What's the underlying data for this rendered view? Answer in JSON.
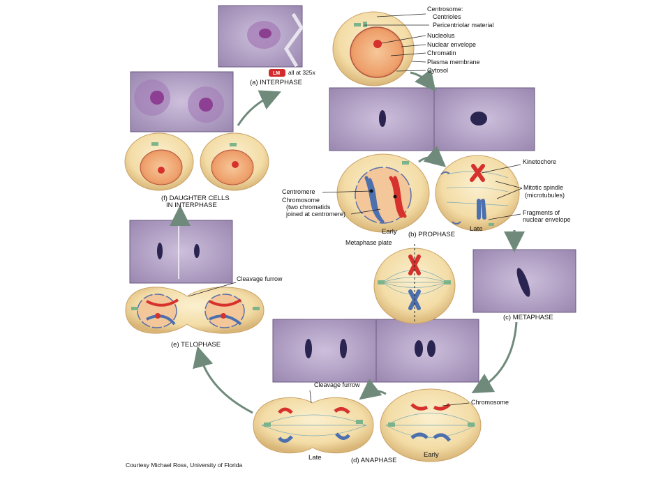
{
  "figure": {
    "courtesy": "Courtesy Michael Ross, University of Florida",
    "lm_badge": "LM",
    "magnification": "all at 325x"
  },
  "stages": {
    "interphase": "(a) INTERPHASE",
    "prophase": "(b) PROPHASE",
    "metaphase": "(c) METAPHASE",
    "anaphase": "(d) ANAPHASE",
    "telophase": "(e) TELOPHASE",
    "daughter_line1": "(f) DAUGHTER CELLS",
    "daughter_line2": "IN INTERPHASE"
  },
  "sublabels": {
    "early": "Early",
    "late": "Late",
    "early2": "Early",
    "late2": "Late"
  },
  "interphase_labels": {
    "centrosome": "Centrosome:",
    "centrioles": "Centrioles",
    "pericentriolar": "Pericentriolar material",
    "nucleolus": "Nucleolus",
    "nuclear_envelope": "Nuclear envelope",
    "chromatin": "Chromatin",
    "plasma_membrane": "Plasma membrane",
    "cytosol": "Cytosol"
  },
  "prophase_labels": {
    "centromere": "Centromere",
    "chromosome_1": "Chromosome",
    "chromosome_2": "(two chromatids",
    "chromosome_3": "joined at centromere)",
    "kinetochore": "Kinetochore",
    "mitotic_spindle_1": "Mitotic spindle",
    "mitotic_spindle_2": "(microtubules)",
    "fragments_1": "Fragments of",
    "fragments_2": "nuclear envelope"
  },
  "metaphase_labels": {
    "plate": "Metaphase plate"
  },
  "anaphase_labels": {
    "chromosome": "Chromosome",
    "cleavage_furrow": "Cleavage furrow"
  },
  "telophase_labels": {
    "cleavage_furrow": "Cleavage furrow"
  },
  "colors": {
    "cell_fill": "#f3dca6",
    "cell_edge": "#caa266",
    "nucleus_fill": "#f0b27e",
    "chromatid_red": "#d6312c",
    "chromatid_blue": "#4c6fae",
    "centrosome_green": "#7bb38a",
    "arrow": "#6f8a7a",
    "micrograph": "#b8a6c9"
  }
}
